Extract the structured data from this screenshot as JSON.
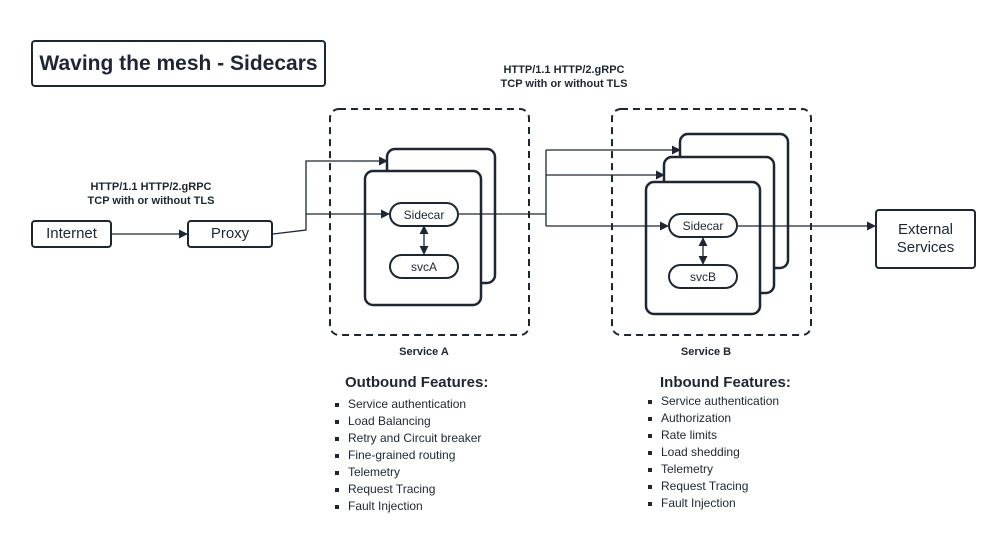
{
  "title": "Waving the mesh - Sidecars",
  "protocol_top": {
    "line1": "HTTP/1.1 HTTP/2.gRPC",
    "line2": "TCP with or without TLS"
  },
  "protocol_left": {
    "line1": "HTTP/1.1 HTTP/2.gRPC",
    "line2": "TCP with or without TLS"
  },
  "nodes": {
    "internet": "Internet",
    "proxy": "Proxy",
    "external": "External Services"
  },
  "service_a": {
    "label": "Service A",
    "sidecar": "Sidecar",
    "app": "svcA"
  },
  "service_b": {
    "label": "Service B",
    "sidecar": "Sidecar",
    "app": "svcB"
  },
  "outbound": {
    "title": "Outbound Features:",
    "items": [
      "Service authentication",
      "Load Balancing",
      "Retry and Circuit breaker",
      "Fine-grained routing",
      "Telemetry",
      "Request Tracing",
      "Fault Injection"
    ]
  },
  "inbound": {
    "title": "Inbound Features:",
    "items": [
      "Service authentication",
      "Authorization",
      "Rate limits",
      "Load shedding",
      "Telemetry",
      "Request Tracing",
      "Fault Injection"
    ]
  },
  "colors": {
    "ink": "#1c2733",
    "background": "#ffffff"
  }
}
